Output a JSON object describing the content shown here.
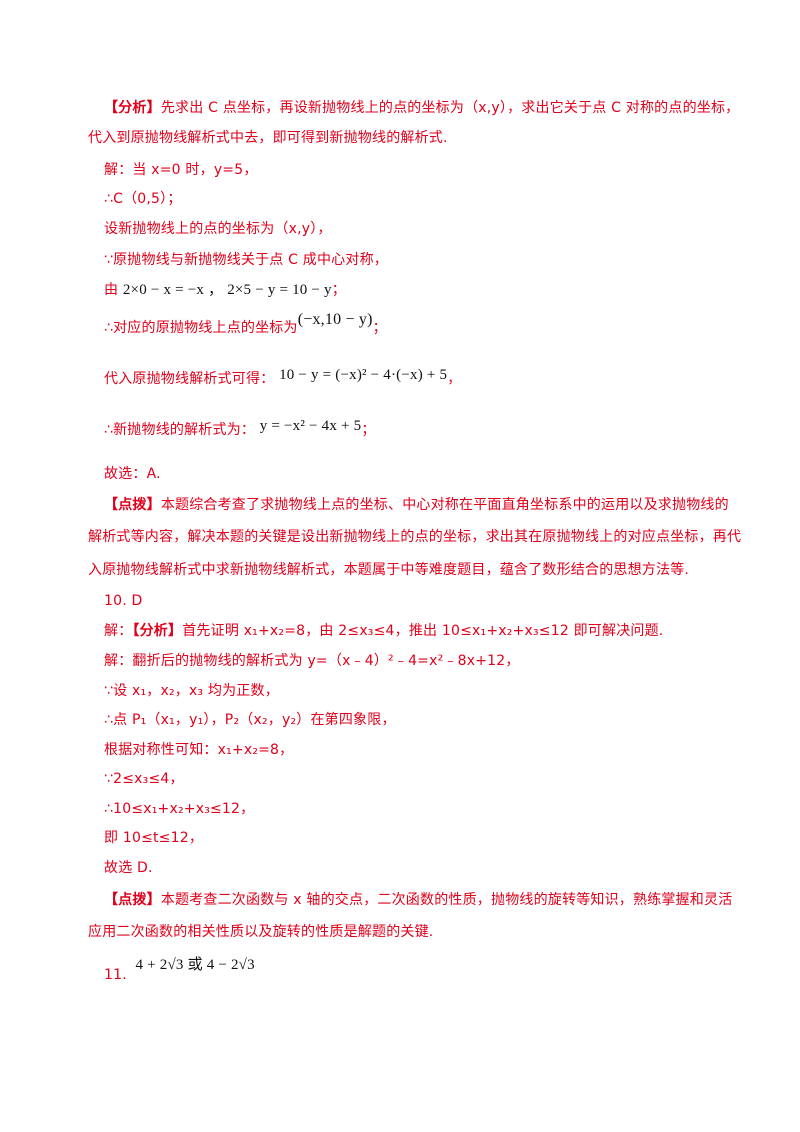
{
  "q9": {
    "analysis_tag": "【分析】",
    "analysis_1": "先求出 C 点坐标，再设新抛物线上的点的坐标为（x,y），求出它关于点 C 对称的点的坐标，",
    "analysis_2": "代入到原抛物线解析式中去，即可得到新抛物线的解析式.",
    "step_1": "解：当 x=0 时，y=5，",
    "step_2": "∴C（0,5）；",
    "step_3": "设新抛物线上的点的坐标为（x,y），",
    "step_4": "∵原抛物线与新抛物线关于点 C 成中心对称，",
    "step_5_prefix": "由",
    "step_5_math": "2×0 − x = −x ，  2×5 − y = 10 − y",
    "step_5_suffix": "；",
    "step_6_prefix": "∴对应的原抛物线上点的坐标为",
    "step_6_math": "(−x,10 − y)",
    "step_6_suffix": "；",
    "step_7_prefix": "代入原抛物线解析式可得：",
    "step_7_math": "10 − y = (−x)² − 4·(−x) + 5",
    "step_7_suffix": "，",
    "step_8_prefix": "∴新抛物线的解析式为：",
    "step_8_math": "y = −x² − 4x + 5",
    "step_8_suffix": "；",
    "choice": "故选：A.",
    "comment_tag": "【点拨】",
    "comment_1": "本题综合考查了求抛物线上点的坐标、中心对称在平面直角坐标系中的运用以及求抛物线的",
    "comment_2": "解析式等内容，解决本题的关键是设出新抛物线上的点的坐标，求出其在原抛物线上的对应点坐标，再代",
    "comment_3": "入原抛物线解析式中求新抛物线解析式，本题属于中等难度题目，蕴含了数形结合的思想方法等."
  },
  "q10": {
    "answer": "10.  D",
    "analysis_prefix": "解：",
    "analysis_tag": "【分析】",
    "analysis_text": "首先证明 x₁+x₂=8，由 2≤x₃≤4，推出 10≤x₁+x₂+x₃≤12 即可解决问题.",
    "step_1": "解：翻折后的抛物线的解析式为 y=（x﹣4）²﹣4=x²﹣8x+12，",
    "step_2": "∵设 x₁，x₂，x₃ 均为正数，",
    "step_3": "∴点 P₁（x₁，y₁），P₂（x₂，y₂）在第四象限，",
    "step_4": "根据对称性可知：x₁+x₂=8，",
    "step_5": "∵2≤x₃≤4，",
    "step_6": "∴10≤x₁+x₂+x₃≤12，",
    "step_7": "即 10≤t≤12，",
    "choice": "故选 D.",
    "comment_tag": "【点拨】",
    "comment_1": "本题考查二次函数与 x 轴的交点，二次函数的性质，抛物线的旋转等知识，熟练掌握和灵活",
    "comment_2": "应用二次函数的相关性质以及旋转的性质是解题的关键."
  },
  "q11": {
    "number": "11.",
    "answer_math": "4 + 2√3 或 4 − 2√3"
  }
}
